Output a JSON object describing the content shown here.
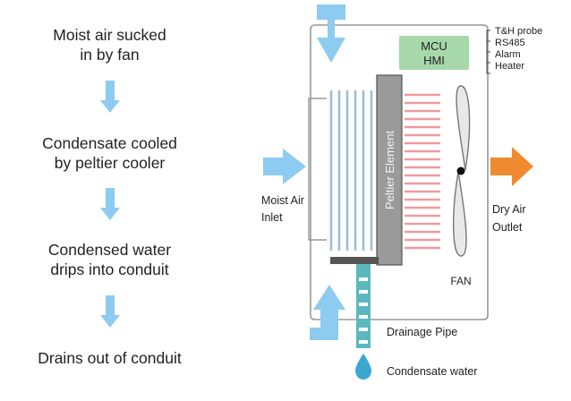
{
  "steps": [
    {
      "line1": "Moist air sucked",
      "line2": "in by fan"
    },
    {
      "line1": "Condensate cooled",
      "line2": "by peltier cooler"
    },
    {
      "line1": "Condensed water",
      "line2": "drips into conduit"
    },
    {
      "line1": "Drains out of conduit",
      "line2": ""
    }
  ],
  "device": {
    "controller": {
      "line1": "MCU",
      "line2": "HMI"
    },
    "io_list": [
      "T&H probe",
      "RS485",
      "Alarm",
      "Heater"
    ],
    "peltier_label": "Peltier Element",
    "fan_label": "FAN",
    "inlet": {
      "line1": "Moist Air",
      "line2": "Inlet"
    },
    "outlet": {
      "line1": "Dry Air",
      "line2": "Outlet"
    },
    "drainage_label": "Drainage Pipe",
    "condensate_label": "Condensate water"
  },
  "colors": {
    "flow_arrow": "#8ecbf0",
    "outlet_arrow": "#f08a30",
    "controller_fill": "#a7d8a9",
    "fins_blue": "#9fbdd6",
    "fins_red": "#ee9aa0",
    "peltier": "#9a9a9a",
    "pipe": "#5cb8bf",
    "drop": "#3ca8d0"
  }
}
